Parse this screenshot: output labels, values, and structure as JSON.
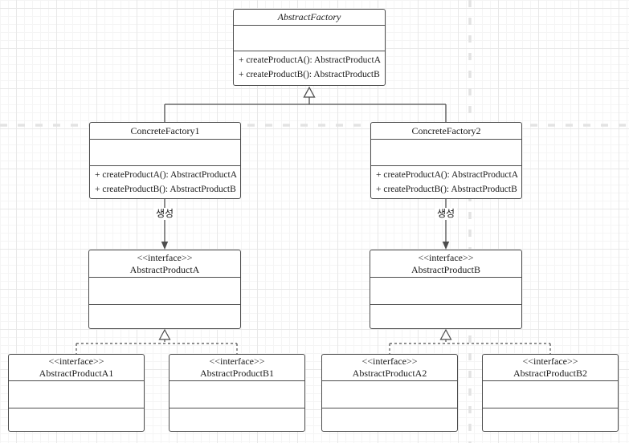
{
  "diagram": {
    "kind": "uml-class-diagram",
    "pattern": "Abstract Factory"
  },
  "classes": {
    "abstract_factory": {
      "name": "AbstractFactory",
      "abstract": true,
      "methods": [
        "+ createProductA(): AbstractProductA",
        "+ createProductB(): AbstractProductB"
      ]
    },
    "concrete_factory_1": {
      "name": "ConcreteFactory1",
      "methods": [
        "+ createProductA(): AbstractProductA",
        "+ createProductB(): AbstractProductB"
      ]
    },
    "concrete_factory_2": {
      "name": "ConcreteFactory2",
      "methods": [
        "+ createProductA(): AbstractProductA",
        "+ createProductB(): AbstractProductB"
      ]
    },
    "abstract_product_a": {
      "stereotype": "<<interface>>",
      "name": "AbstractProductA"
    },
    "abstract_product_b": {
      "stereotype": "<<interface>>",
      "name": "AbstractProductB"
    },
    "abstract_product_a1": {
      "stereotype": "<<interface>>",
      "name": "AbstractProductA1"
    },
    "abstract_product_b1": {
      "stereotype": "<<interface>>",
      "name": "AbstractProductB1"
    },
    "abstract_product_a2": {
      "stereotype": "<<interface>>",
      "name": "AbstractProductA2"
    },
    "abstract_product_b2": {
      "stereotype": "<<interface>>",
      "name": "AbstractProductB2"
    }
  },
  "edges": {
    "create_label_1": "생성",
    "create_label_2": "생성"
  },
  "colors": {
    "box_border": "#4d4d4d",
    "box_fill": "#ffffff",
    "edge_stroke": "#4d4d4d",
    "page_boundary": "#e3e3e3",
    "grid_minor": "#f5f5f5",
    "grid_major": "#e8e8e8",
    "text": "#1a1a1a"
  }
}
